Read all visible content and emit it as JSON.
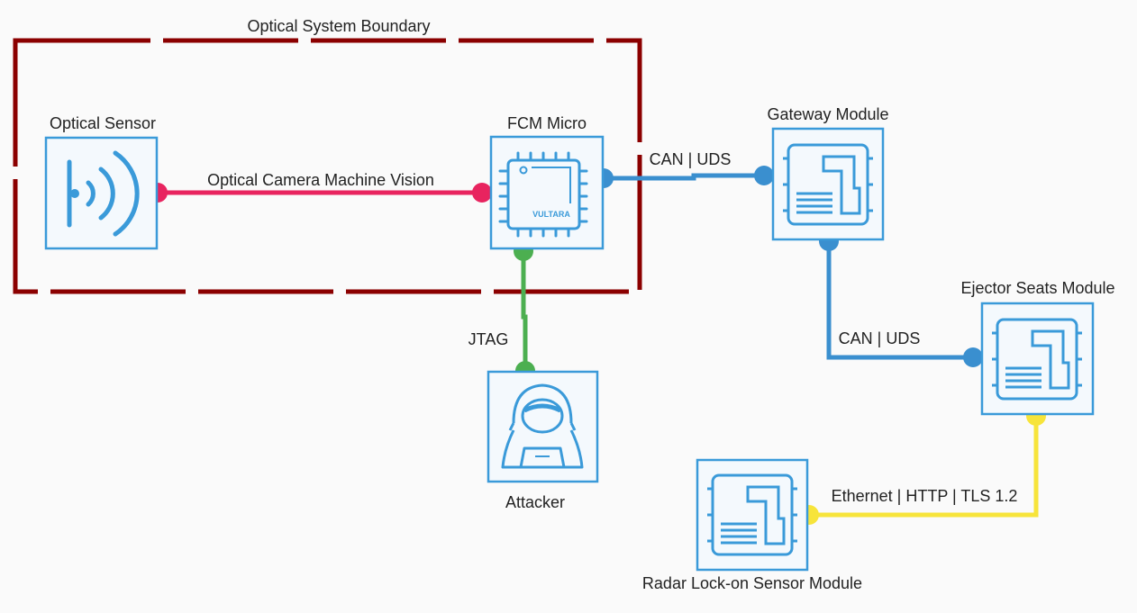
{
  "boundary": {
    "label": "Optical System Boundary",
    "color": "#8b0000"
  },
  "nodes": {
    "optical_sensor": {
      "label": "Optical Sensor",
      "icon": "sensor-waves-icon"
    },
    "fcm_micro": {
      "label": "FCM Micro",
      "icon": "microchip-icon",
      "chip_brand": "VULTARA"
    },
    "gateway": {
      "label": "Gateway Module",
      "icon": "ecu-module-icon"
    },
    "ejector": {
      "label": "Ejector Seats Module",
      "icon": "ecu-module-icon"
    },
    "radar": {
      "label": "Radar Lock-on Sensor Module",
      "icon": "ecu-module-icon"
    },
    "attacker": {
      "label": "Attacker",
      "icon": "hooded-attacker-icon"
    }
  },
  "connections": {
    "optical_link": {
      "label": "Optical Camera Machine Vision",
      "color": "#e8245f"
    },
    "can_fcm_gateway": {
      "label": "CAN | UDS",
      "color": "#3a8fcf"
    },
    "can_gateway_ejector": {
      "label": "CAN | UDS",
      "color": "#3a8fcf"
    },
    "jtag": {
      "label": "JTAG",
      "color": "#4caf50"
    },
    "ethernet": {
      "label": "Ethernet | HTTP | TLS 1.2",
      "color": "#f7e43a"
    }
  },
  "colors": {
    "node_border": "#3a9ad9"
  }
}
